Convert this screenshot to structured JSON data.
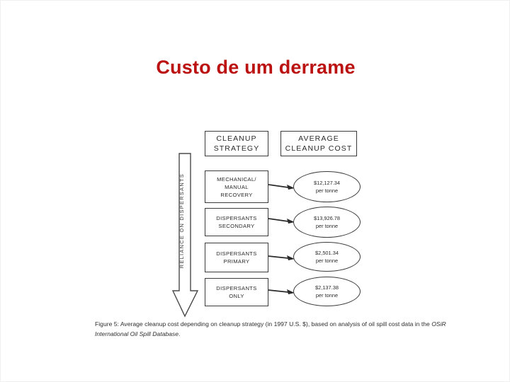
{
  "slide": {
    "title": "Custo de um derrame",
    "title_color": "#bb1111",
    "background_color": "#ffffff"
  },
  "figure": {
    "headers": {
      "strategy": "CLEANUP\nSTRATEGY",
      "strategy_line1": "CLEANUP",
      "strategy_line2": "STRATEGY",
      "cost_line1": "AVERAGE",
      "cost_line2": "CLEANUP COST"
    },
    "axis_label": "RELIANCE ON DISPERSANTS",
    "rows": [
      {
        "strategy_line1": "MECHANICAL/",
        "strategy_line2": "MANUAL",
        "strategy_line3": "RECOVERY",
        "cost_amount": "$12,127.34",
        "cost_unit": "per tonne"
      },
      {
        "strategy_line1": "DISPERSANTS",
        "strategy_line2": "SECONDARY",
        "strategy_line3": "",
        "cost_amount": "$13,926.78",
        "cost_unit": "per tonne"
      },
      {
        "strategy_line1": "DISPERSANTS",
        "strategy_line2": "PRIMARY",
        "strategy_line3": "",
        "cost_amount": "$2,501.34",
        "cost_unit": "per tonne"
      },
      {
        "strategy_line1": "DISPERSANTS",
        "strategy_line2": "ONLY",
        "strategy_line3": "",
        "cost_amount": "$2,137.38",
        "cost_unit": "per tonne"
      }
    ],
    "caption_part1": "Figure 5: Average cleanup cost depending on cleanup strategy (in 1997 U.S. $), based on analysis of oil spill cost data in the ",
    "caption_italic": "OSiR International Oil Spill Database",
    "caption_part2": "."
  },
  "chart_data": {
    "type": "table",
    "title": "Average cleanup cost depending on cleanup strategy (in 1997 U.S. $)",
    "categories": [
      "MECHANICAL/MANUAL RECOVERY",
      "DISPERSANTS SECONDARY",
      "DISPERSANTS PRIMARY",
      "DISPERSANTS ONLY"
    ],
    "values": [
      12127.34,
      13926.78,
      2501.34,
      2137.38
    ],
    "value_labels": [
      "$12,127.34 per tonne",
      "$13,926.78 per tonne",
      "$2,501.34 per tonne",
      "$2,137.38 per tonne"
    ],
    "xlabel": "CLEANUP STRATEGY",
    "ylabel": "AVERAGE CLEANUP COST",
    "unit": "per tonne",
    "currency": "1997 U.S. $",
    "gradient_axis_label": "RELIANCE ON DISPERSANTS"
  }
}
